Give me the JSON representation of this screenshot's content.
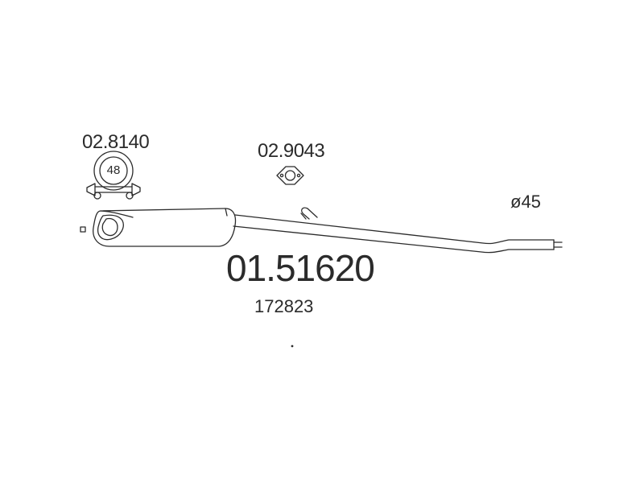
{
  "parts": {
    "clamp": {
      "ref": "02.8140",
      "size": "48"
    },
    "gasket": {
      "ref": "02.9043"
    }
  },
  "pipe": {
    "diameter_label": "ø45"
  },
  "product": {
    "part_number": "01.51620",
    "oe_number": "172823"
  },
  "colors": {
    "line": "#2b2b2b",
    "background": "#ffffff"
  }
}
